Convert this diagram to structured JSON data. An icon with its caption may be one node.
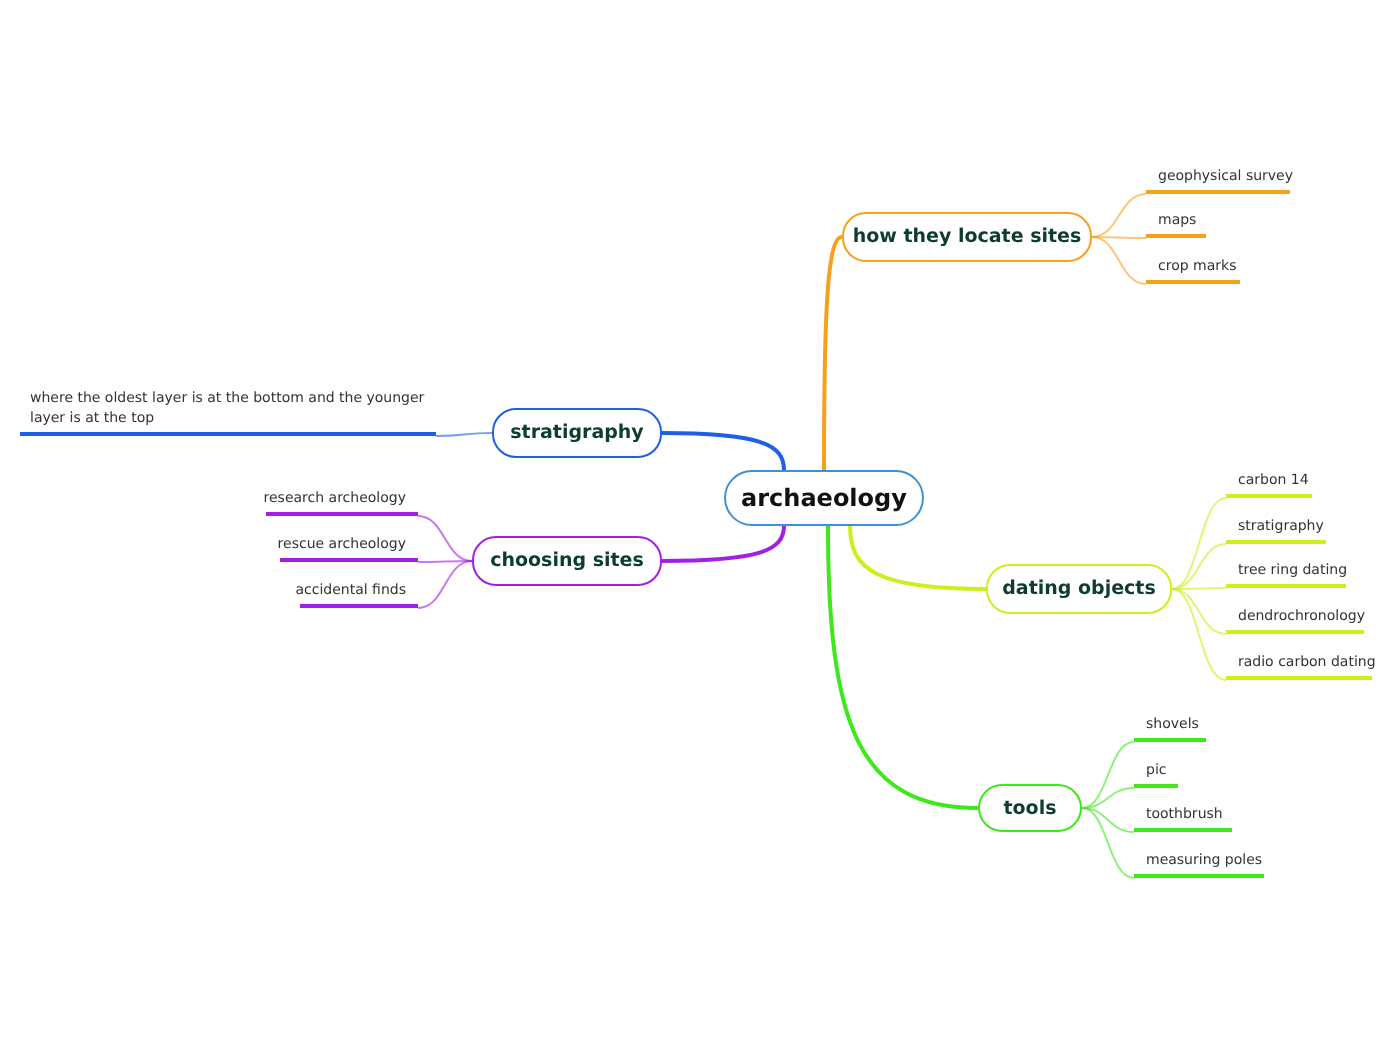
{
  "diagram": {
    "nodes": [
      {
        "text": [
          "archaeology"
        ]
      },
      {
        "text": [
          "how they locate sites"
        ]
      },
      {
        "text": [
          "geophysical survey"
        ]
      },
      {
        "text": [
          "maps"
        ]
      },
      {
        "text": [
          "crop marks"
        ]
      },
      {
        "text": [
          "dating objects"
        ]
      },
      {
        "text": [
          "carbon 14"
        ]
      },
      {
        "text": [
          "stratigraphy"
        ]
      },
      {
        "text": [
          "tree ring dating"
        ]
      },
      {
        "text": [
          "dendrochronology"
        ]
      },
      {
        "text": [
          "radio carbon dating"
        ]
      },
      {
        "text": [
          "tools"
        ]
      },
      {
        "text": [
          "shovels"
        ]
      },
      {
        "text": [
          "pic"
        ]
      },
      {
        "text": [
          "toothbrush"
        ]
      },
      {
        "text": [
          "measuring poles"
        ]
      },
      {
        "text": [
          "stratigraphy"
        ]
      },
      {
        "text": [
          "where the oldest layer is at the bottom and the younger layer is at the top"
        ]
      },
      {
        "text": [
          "choosing sites"
        ]
      },
      {
        "text": [
          "research archeology"
        ]
      },
      {
        "text": [
          "rescue archeology"
        ]
      },
      {
        "text": [
          "accidental finds"
        ]
      }
    ],
    "edges": [
      {
        "from": 0,
        "to": 1,
        "arrow": "none",
        "color": "#f7a11a"
      },
      {
        "from": 1,
        "to": 2,
        "arrow": "none",
        "color": "#f7a11a"
      },
      {
        "from": 1,
        "to": 3,
        "arrow": "none",
        "color": "#f7a11a"
      },
      {
        "from": 1,
        "to": 4,
        "arrow": "none",
        "color": "#f7a11a"
      },
      {
        "from": 0,
        "to": 5,
        "arrow": "none",
        "color": "#ccf01a"
      },
      {
        "from": 5,
        "to": 6,
        "arrow": "none",
        "color": "#ccf01a"
      },
      {
        "from": 5,
        "to": 7,
        "arrow": "none",
        "color": "#ccf01a"
      },
      {
        "from": 5,
        "to": 8,
        "arrow": "none",
        "color": "#ccf01a"
      },
      {
        "from": 5,
        "to": 9,
        "arrow": "none",
        "color": "#ccf01a"
      },
      {
        "from": 5,
        "to": 10,
        "arrow": "none",
        "color": "#ccf01a"
      },
      {
        "from": 0,
        "to": 11,
        "arrow": "none",
        "color": "#3fe81a"
      },
      {
        "from": 11,
        "to": 12,
        "arrow": "none",
        "color": "#3fe81a"
      },
      {
        "from": 11,
        "to": 13,
        "arrow": "none",
        "color": "#3fe81a"
      },
      {
        "from": 11,
        "to": 14,
        "arrow": "none",
        "color": "#3fe81a"
      },
      {
        "from": 11,
        "to": 15,
        "arrow": "none",
        "color": "#3fe81a"
      },
      {
        "from": 0,
        "to": 16,
        "arrow": "none",
        "color": "#1f5fe8"
      },
      {
        "from": 16,
        "to": 17,
        "arrow": "none",
        "color": "#1f5fe8"
      },
      {
        "from": 0,
        "to": 18,
        "arrow": "none",
        "color": "#a31fe8"
      },
      {
        "from": 18,
        "to": 19,
        "arrow": "none",
        "color": "#a31fe8"
      },
      {
        "from": 18,
        "to": 20,
        "arrow": "none",
        "color": "#a31fe8"
      },
      {
        "from": 18,
        "to": 21,
        "arrow": "none",
        "color": "#a31fe8"
      }
    ]
  }
}
